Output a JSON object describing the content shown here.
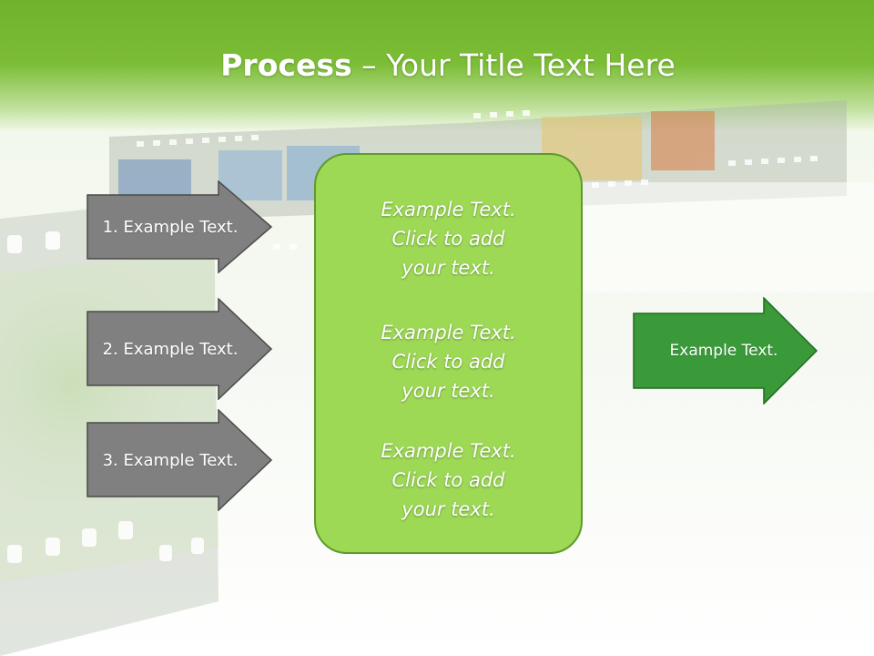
{
  "title": {
    "bold": "Process",
    "rest": "– Your Title Text Here"
  },
  "left_arrows": [
    {
      "label": "1. Example Text."
    },
    {
      "label": "2. Example Text."
    },
    {
      "label": "3. Example Text."
    }
  ],
  "center_panel": {
    "blocks": [
      {
        "lines": [
          "Example Text.",
          "Click  to add",
          "your text."
        ]
      },
      {
        "lines": [
          "Example Text.",
          "Click  to add",
          "your text."
        ]
      },
      {
        "lines": [
          "Example Text.",
          "Click  to add",
          "your text."
        ]
      }
    ]
  },
  "right_arrow": {
    "label": "Example Text."
  },
  "colors": {
    "header_green": "#7cbd36",
    "panel_green": "#9dd955",
    "gray_arrow": "#808080",
    "green_arrow": "#3a9a3a"
  }
}
